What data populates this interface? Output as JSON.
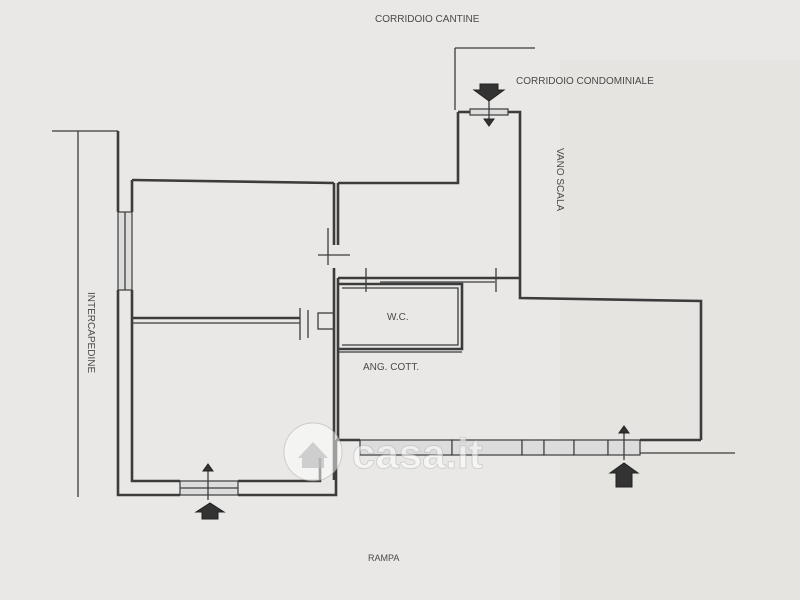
{
  "labels": {
    "corridoio_cantine": "CORRIDOIO CANTINE",
    "corridoio_condominiale": "CORRIDOIO CONDOMINIALE",
    "vano_scala": "VANO SCALA",
    "intercapedine": "INTERCAPEDINE",
    "wc": "W.C.",
    "ang_cott": "ANG. COTT.",
    "rampa": "RAMPA"
  },
  "watermark": {
    "text": "casa.it"
  },
  "colors": {
    "paper": "#e9e8e6",
    "ink": "#3c3c3c"
  }
}
